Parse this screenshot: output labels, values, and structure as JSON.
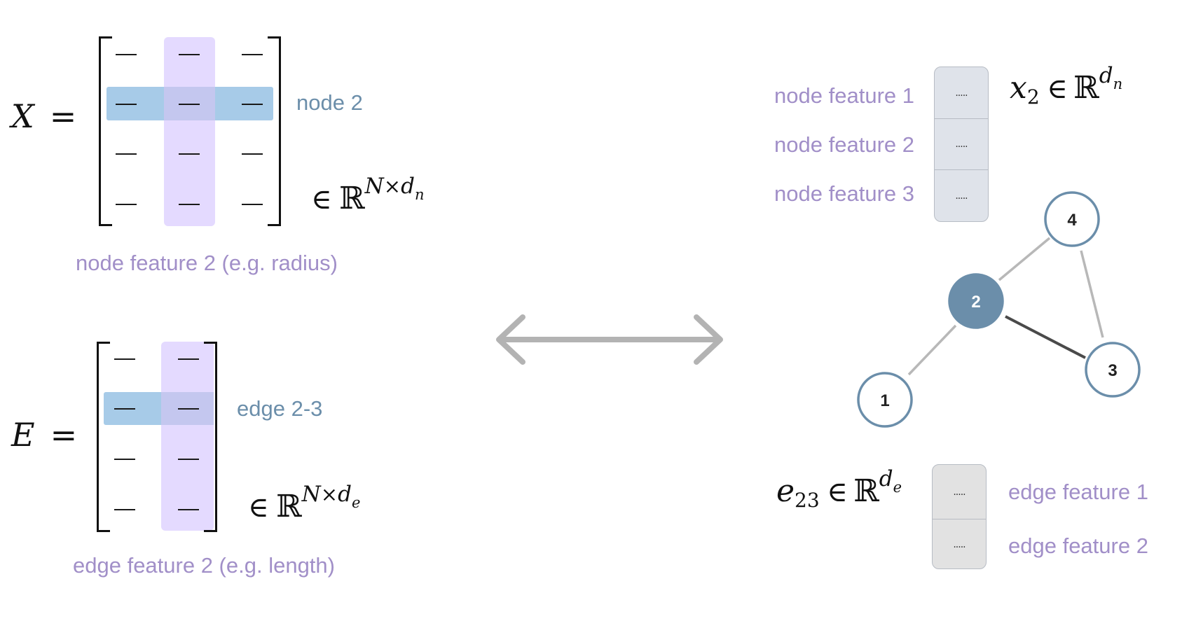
{
  "colors": {
    "row_highlight": "#a7cbe8",
    "col_highlight": "#e4daff",
    "label_purple": "#a18fc8",
    "label_blue": "#6b8eaa",
    "node_fill_selected": "#6b8eaa",
    "node_stroke": "#6b8eaa",
    "edge_gray": "#b8b8b8",
    "edge_dark": "#4a4a4a",
    "node_vector_fill": "#dfe3ea",
    "edge_vector_fill": "#e2e2e2",
    "arrow": "#b3b3b3"
  },
  "node_matrix": {
    "lhs_var": "X",
    "equals": "=",
    "cell_symbol": "—",
    "row_label": "node 2",
    "col_label": "node feature 2 (e.g. radius)",
    "space": {
      "in": "∈",
      "set": "ℝ",
      "sup_N": "N",
      "times": "×",
      "sup_d": "d",
      "sub": "n"
    }
  },
  "edge_matrix": {
    "lhs_var": "E",
    "equals": "=",
    "cell_symbol": "—",
    "row_label": "edge 2-3",
    "col_label": "edge feature 2 (e.g. length)",
    "space": {
      "in": "∈",
      "set": "ℝ",
      "sup_N": "N",
      "times": "×",
      "sup_d": "d",
      "sub": "e"
    }
  },
  "node_vector": {
    "features": [
      "node feature 1",
      "node feature 2",
      "node feature 3"
    ],
    "cell_text": ".....",
    "expr": {
      "var": "x",
      "sub": "2",
      "in": "∈",
      "set": "ℝ",
      "sup_d": "d",
      "sup_sub": "n"
    }
  },
  "edge_vector": {
    "features": [
      "edge feature 1",
      "edge feature 2"
    ],
    "cell_text": ".....",
    "expr": {
      "var": "e",
      "sub": "23",
      "in": "∈",
      "set": "ℝ",
      "sup_d": "d",
      "sup_sub": "e"
    }
  },
  "graph": {
    "nodes": [
      {
        "id": "1",
        "selected": false
      },
      {
        "id": "2",
        "selected": true
      },
      {
        "id": "3",
        "selected": false
      },
      {
        "id": "4",
        "selected": false
      }
    ],
    "edges": [
      {
        "from": "1",
        "to": "2",
        "highlighted": false
      },
      {
        "from": "2",
        "to": "4",
        "highlighted": false
      },
      {
        "from": "4",
        "to": "3",
        "highlighted": false
      },
      {
        "from": "2",
        "to": "3",
        "highlighted": true
      }
    ]
  }
}
